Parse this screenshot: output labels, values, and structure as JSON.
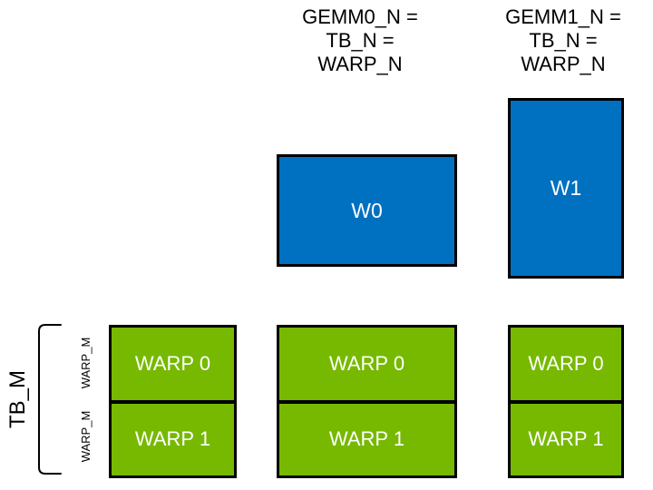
{
  "colors": {
    "background": "#FFFFFF",
    "blue": "#0070C0",
    "green": "#76B900",
    "border": "#000000",
    "text_dark": "#000000",
    "text_light": "#FFFFFF"
  },
  "headers": [
    {
      "text": "GEMM0_N =\nTB_N =\nWARP_N"
    },
    {
      "text": "GEMM1_N =\nTB_N =\nWARP_N"
    }
  ],
  "blue_boxes": [
    {
      "label": "W0"
    },
    {
      "label": "W1"
    }
  ],
  "warp_columns": [
    {
      "cells": [
        "WARP 0",
        "WARP 1"
      ]
    },
    {
      "cells": [
        "WARP 0",
        "WARP 1"
      ]
    },
    {
      "cells": [
        "WARP 0",
        "WARP 1"
      ]
    }
  ],
  "left_labels": {
    "tb_m": "TB_M",
    "warp_m_top": "WARP_M",
    "warp_m_bottom": "WARP_M"
  }
}
